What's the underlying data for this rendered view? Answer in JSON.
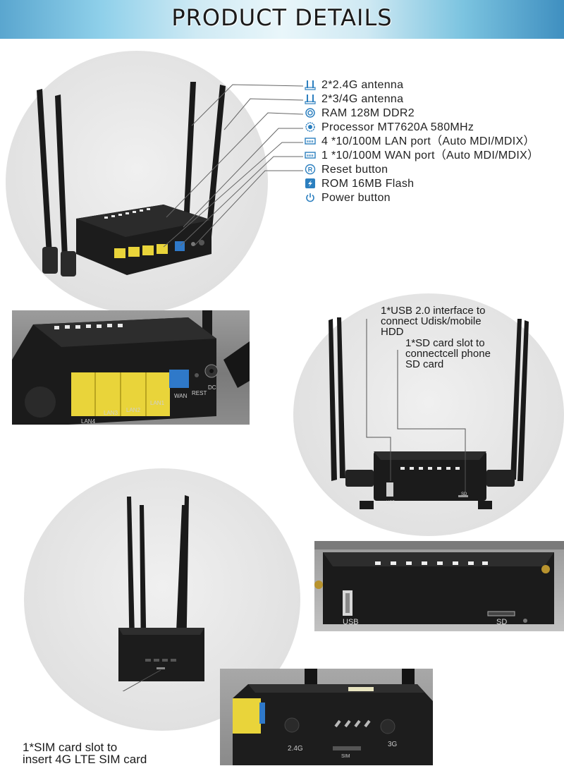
{
  "header": {
    "title": "PRODUCT DETAILS"
  },
  "specs": [
    {
      "icon": "antenna-icon",
      "text": "2*2.4G antenna"
    },
    {
      "icon": "antenna-icon",
      "text": "2*3/4G antenna"
    },
    {
      "icon": "ram-chip-icon",
      "text": "RAM 128M DDR2"
    },
    {
      "icon": "processor-chip-icon",
      "text": "Processor MT7620A 580MHz"
    },
    {
      "icon": "ethernet-port-icon",
      "text": "4 *10/100M LAN port（Auto MDI/MDIX）"
    },
    {
      "icon": "ethernet-port-icon",
      "text": "1 *10/100M WAN port（Auto MDI/MDIX）"
    },
    {
      "icon": "reset-icon",
      "text": "Reset button"
    },
    {
      "icon": "flash-icon",
      "text": "ROM 16MB Flash"
    },
    {
      "icon": "power-icon",
      "text": "Power button"
    }
  ],
  "ports_photo": {
    "labels": [
      "LAN4",
      "LAN3",
      "LAN2",
      "LAN1",
      "WAN",
      "REST",
      "DC"
    ]
  },
  "usb_callout": {
    "usb_text_line1": "1*USB 2.0 interface to",
    "usb_text_line2": "connect Udisk/mobile",
    "usb_text_line3": "HDD",
    "sd_text_line1": "1*SD card slot to",
    "sd_text_line2": "connectcell phone",
    "sd_text_line3": "SD card",
    "usb_label": "USB",
    "sd_label": "SD"
  },
  "usb_sd_photo": {
    "usb_label": "USB",
    "sd_label": "SD"
  },
  "sim_callout": {
    "text_line1": "1*SIM card slot to",
    "text_line2": "insert 4G LTE SIM card"
  },
  "sim_photo": {
    "labels": [
      "2.4G",
      "SIM",
      "3G"
    ]
  },
  "colors": {
    "lan_port": "#e9d43a",
    "wan_port": "#2f79c9",
    "device_body": "#1c1c1c"
  }
}
